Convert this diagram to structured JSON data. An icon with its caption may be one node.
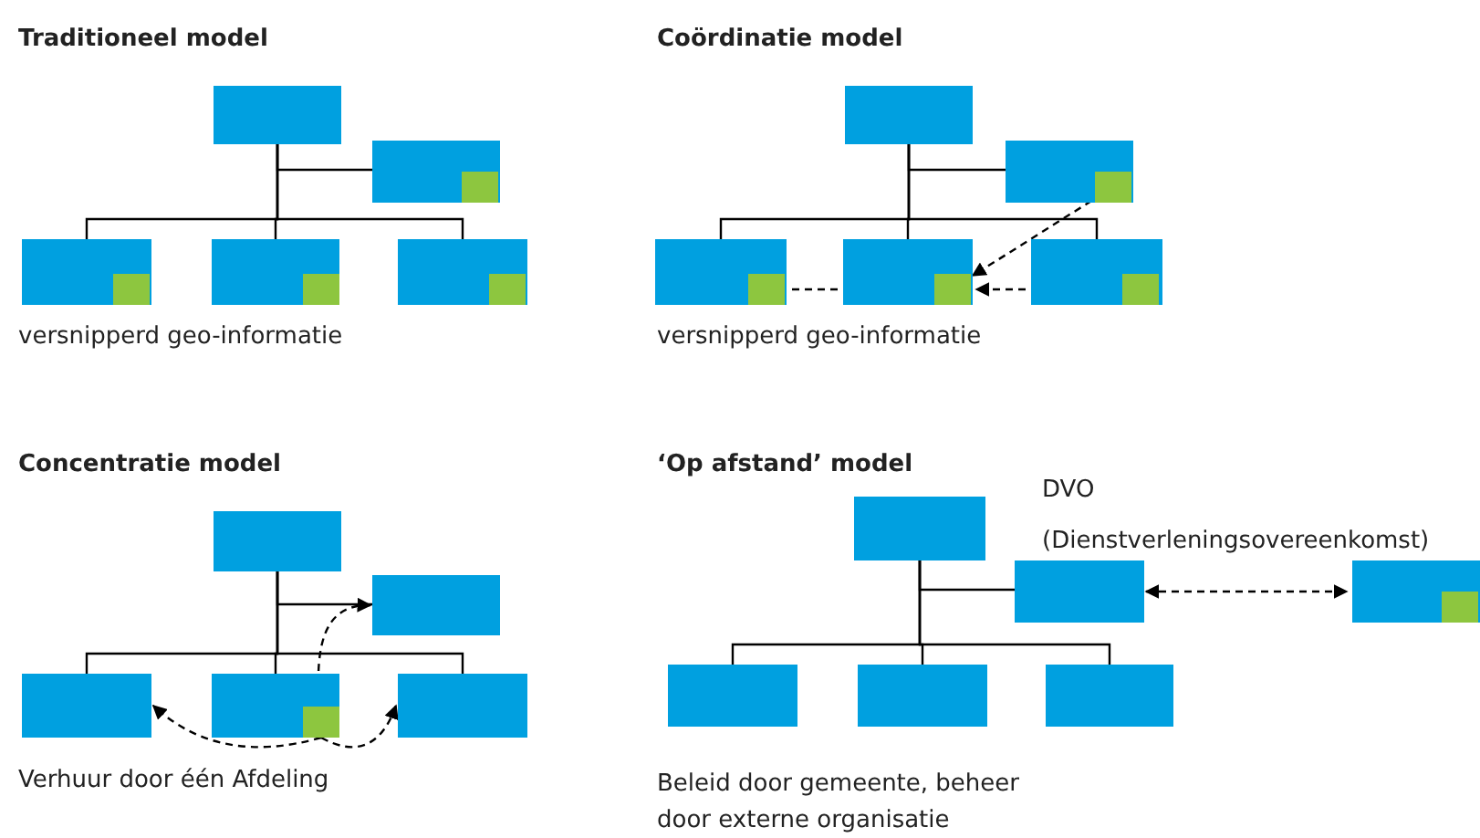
{
  "diagram": {
    "nodes": [
      {
        "text": [],
        "shape": "box"
      },
      {
        "text": [],
        "shape": "box"
      },
      {
        "text": [],
        "shape": "box",
        "in": 1
      },
      {
        "text": [],
        "shape": "box"
      },
      {
        "text": [],
        "shape": "box",
        "in": 3
      },
      {
        "text": [],
        "shape": "box"
      },
      {
        "text": [],
        "shape": "box",
        "in": 5
      },
      {
        "text": [],
        "shape": "box"
      },
      {
        "text": [],
        "shape": "box",
        "in": 7
      },
      {
        "text": [],
        "shape": "box"
      },
      {
        "text": [],
        "shape": "box"
      },
      {
        "text": [],
        "shape": "box",
        "in": 10
      },
      {
        "text": [],
        "shape": "box"
      },
      {
        "text": [],
        "shape": "box",
        "in": 12
      },
      {
        "text": [],
        "shape": "box"
      },
      {
        "text": [],
        "shape": "box",
        "in": 14
      },
      {
        "text": [],
        "shape": "box"
      },
      {
        "text": [],
        "shape": "box",
        "in": 16
      },
      {
        "text": [],
        "shape": "box"
      },
      {
        "text": [],
        "shape": "box"
      },
      {
        "text": [],
        "shape": "box"
      },
      {
        "text": [],
        "shape": "box"
      },
      {
        "text": [],
        "shape": "box",
        "in": 21
      },
      {
        "text": [],
        "shape": "box"
      },
      {
        "text": [],
        "shape": "box"
      },
      {
        "text": [],
        "shape": "box"
      },
      {
        "text": [],
        "shape": "box"
      },
      {
        "text": [],
        "shape": "box",
        "in": 26
      },
      {
        "text": [],
        "shape": "box"
      },
      {
        "text": [],
        "shape": "box"
      },
      {
        "text": [],
        "shape": "box"
      }
    ],
    "edges": [
      {
        "from": 0,
        "to": 1,
        "arrow": "none"
      },
      {
        "from": 0,
        "to": 3,
        "arrow": "none"
      },
      {
        "from": 0,
        "to": 5,
        "arrow": "none"
      },
      {
        "from": 0,
        "to": 7,
        "arrow": "none"
      },
      {
        "from": 9,
        "to": 10,
        "arrow": "none"
      },
      {
        "from": 9,
        "to": 12,
        "arrow": "none"
      },
      {
        "from": 9,
        "to": 14,
        "arrow": "none"
      },
      {
        "from": 9,
        "to": 16,
        "arrow": "none"
      },
      {
        "from": 11,
        "to": 15,
        "arrow": "to",
        "style": "dashed"
      },
      {
        "from": 13,
        "to": 15,
        "arrow": "to",
        "style": "dashed"
      },
      {
        "from": 17,
        "to": 15,
        "arrow": "to",
        "style": "dashed"
      },
      {
        "from": 18,
        "to": 19,
        "arrow": "none"
      },
      {
        "from": 18,
        "to": 20,
        "arrow": "none"
      },
      {
        "from": 18,
        "to": 21,
        "arrow": "none"
      },
      {
        "from": 18,
        "to": 23,
        "arrow": "none"
      },
      {
        "from": 22,
        "to": 19,
        "arrow": "to",
        "style": "dashed"
      },
      {
        "from": 22,
        "to": 20,
        "arrow": "to",
        "style": "dashed"
      },
      {
        "from": 22,
        "to": 23,
        "arrow": "to",
        "style": "dashed"
      },
      {
        "from": 24,
        "to": 25,
        "arrow": "none"
      },
      {
        "from": 24,
        "to": 28,
        "arrow": "none"
      },
      {
        "from": 24,
        "to": 29,
        "arrow": "none"
      },
      {
        "from": 24,
        "to": 30,
        "arrow": "none"
      },
      {
        "from": 25,
        "to": 26,
        "arrow": "both",
        "style": "dashed",
        "label": "DVO (Dienstverleningsovereenkomst)"
      }
    ],
    "labels": [
      "Traditioneel model",
      "Coördinatie model",
      "versnipperd geo-informatie",
      "versnipperd geo-informatie",
      "Concentratie model",
      "‘Op afstand’ model",
      "Verhuur door één Afdeling",
      "Beleid door gemeente, beheer door externe organisatie"
    ]
  }
}
